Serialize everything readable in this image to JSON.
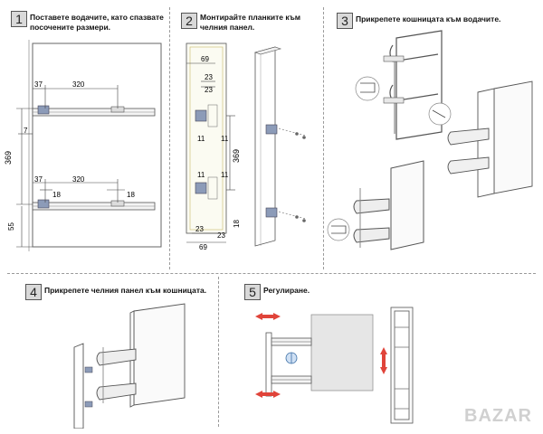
{
  "steps": [
    {
      "number": "1",
      "caption": "Поставете водачите, като спазвате посочените размери."
    },
    {
      "number": "2",
      "caption": "Монтирайте планките към челния панел."
    },
    {
      "number": "3",
      "caption": "Прикрепете кошницата към водачите."
    },
    {
      "number": "4",
      "caption": "Прикрепете челния панел към кошницата."
    },
    {
      "number": "5",
      "caption": "Регулиране."
    }
  ],
  "dims1": {
    "d37a": "37",
    "d320a": "320",
    "d7": "7",
    "d369": "369",
    "d37b": "37",
    "d320b": "320",
    "d18a": "18",
    "d18b": "18",
    "d55": "55"
  },
  "dims2": {
    "d69top": "69",
    "d23a": "23",
    "d23b": "23",
    "d11a": "11",
    "d11b": "11",
    "d11c": "11",
    "d11d": "11",
    "d369": "369",
    "d18": "18",
    "d23c": "23",
    "d23d": "23",
    "d69bot": "69"
  },
  "watermark": "BAZAR",
  "colors": {
    "arrow": "#e0443a",
    "line": "#333333",
    "hardware": "#7a86a8",
    "dimension": "#444444"
  }
}
